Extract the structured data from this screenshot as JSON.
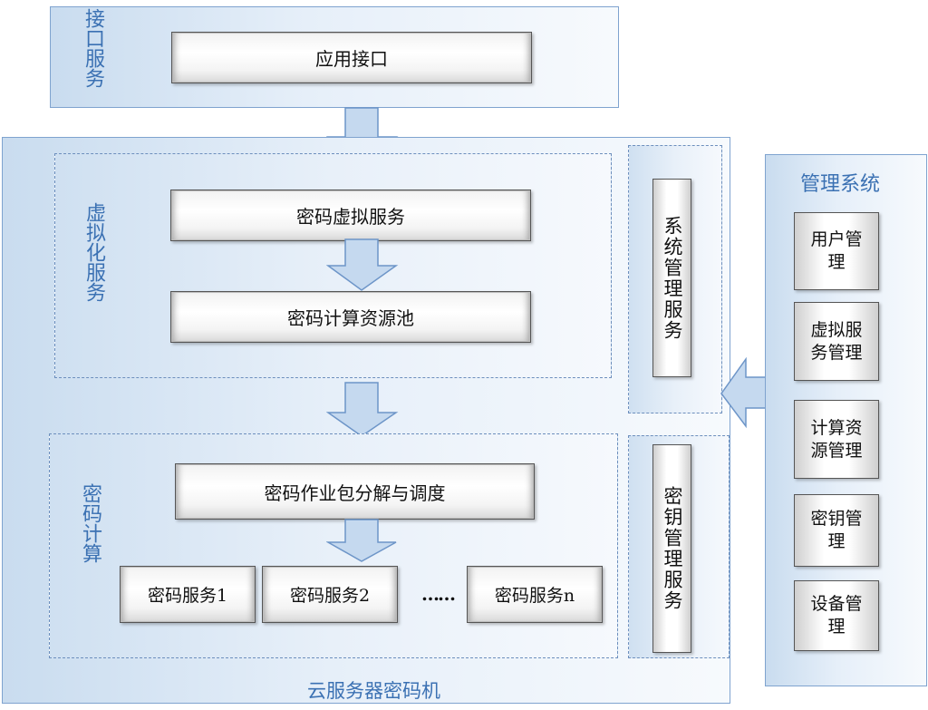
{
  "interface": {
    "label": "接口服务",
    "app_interface": "应用接口"
  },
  "cloud": {
    "label": "云服务器密码机",
    "virtualization": {
      "label": "虚拟化服务",
      "crypto_virtual_service": "密码虚拟服务",
      "resource_pool": "密码计算资源池"
    },
    "crypto_compute": {
      "label": "密码计算",
      "job_dispatch": "密码作业包分解与调度",
      "services": [
        "密码服务1",
        "密码服务2",
        "密码服务n"
      ],
      "ellipsis": "……"
    },
    "system_mgmt_service": "系统管理服务",
    "key_mgmt_service": "密钥管理服务"
  },
  "mgmt_system": {
    "title": "管理系统",
    "items": [
      "用户管理",
      "虚拟服务管理",
      "计算资源管理",
      "密钥管理",
      "设备管理"
    ]
  },
  "colors": {
    "accent_text": "#3b71b3",
    "panel_border": "#7fa3cf",
    "arrow_fill": "#c5d9ef",
    "arrow_stroke": "#6d95c8"
  }
}
